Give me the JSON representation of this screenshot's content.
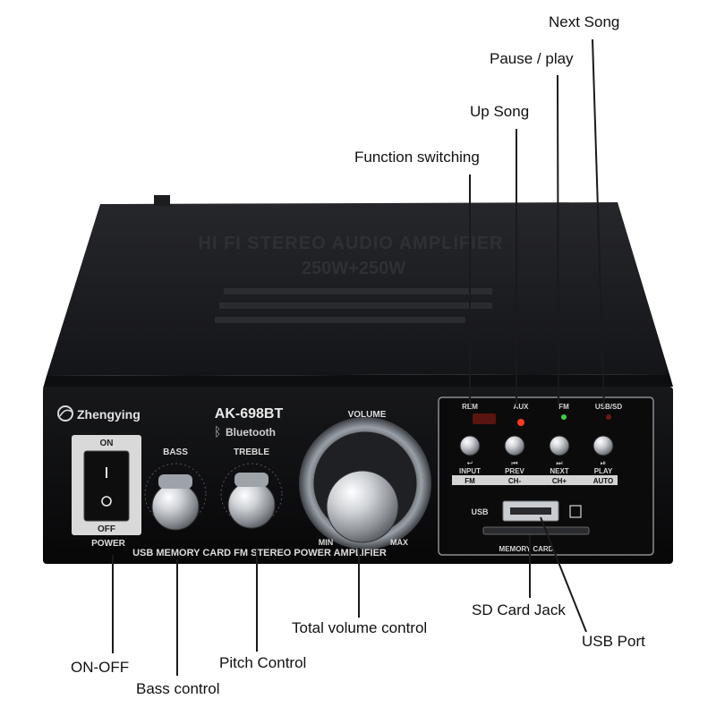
{
  "callouts": {
    "next_song": "Next Song",
    "pause_play": "Pause / play",
    "up_song": "Up Song",
    "function_switching": "Function switching",
    "total_volume": "Total volume control",
    "sd_card_jack": "SD Card Jack",
    "usb_port": "USB Port",
    "on_off": "ON-OFF",
    "pitch_control": "Pitch Control",
    "bass_control": "Bass control"
  },
  "device": {
    "top_line1": "HI FI STEREO AUDIO AMPLIFIER",
    "top_line2": "250W+250W",
    "brand": "Zhengying",
    "model": "AK-698BT",
    "bluetooth": "Bluetooth",
    "bass_label": "BASS",
    "treble_label": "TREBLE",
    "volume_label": "VOLUME",
    "min_label": "MIN",
    "max_label": "MAX",
    "switch_on": "ON",
    "switch_off": "OFF",
    "power_label": "POWER",
    "bottom_strip": "USB MEMORY CARD FM STEREO POWER AMPLIFIER",
    "indicators": [
      "REM",
      "AUX",
      "FM",
      "USB/SD"
    ],
    "buttons": [
      {
        "top": "INPUT",
        "bottom": "FM"
      },
      {
        "top": "PREV",
        "bottom": "CH-"
      },
      {
        "top": "NEXT",
        "bottom": "CH+"
      },
      {
        "top": "PLAY",
        "bottom": "AUTO"
      }
    ],
    "usb_label": "USB",
    "memory_card_label": "MEMORY CARD"
  },
  "colors": {
    "faceplate": "#0c0c0d",
    "top_cover": "#1b1c1f",
    "label_text": "#dcdcdc",
    "led_red": "#ff3a1a",
    "led_green": "#3bd24a",
    "led_dark_red": "#6a1a12"
  }
}
